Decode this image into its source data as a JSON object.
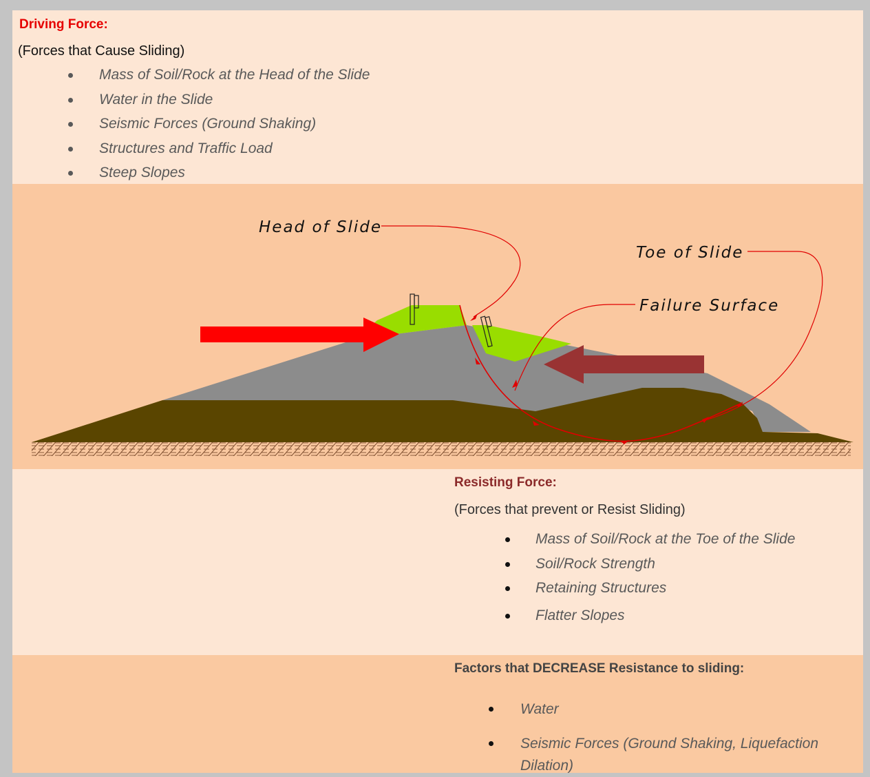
{
  "driving": {
    "title": "Driving Force:",
    "subtitle": "(Forces that Cause Sliding)",
    "items": [
      "Mass of Soil/Rock at the Head of the Slide",
      "Water in the Slide",
      "Seismic Forces (Ground Shaking)",
      "Structures and Traffic Load",
      "Steep Slopes"
    ]
  },
  "diagram": {
    "labels": {
      "head": "Head of Slide",
      "toe": "Toe of Slide",
      "failure": "Failure Surface"
    },
    "colors": {
      "driving_arrow": "#ff0000",
      "resisting_arrow": "#993333",
      "slide_mass": "#99dd00",
      "slope": "#8c8c8c",
      "ground": "#5a4500",
      "lines": "#e00000"
    }
  },
  "resisting": {
    "title": "Resisting Force:",
    "subtitle": "(Forces that prevent or Resist Sliding)",
    "items": [
      "Mass of Soil/Rock at the Toe of the Slide",
      "Soil/Rock Strength",
      "Retaining Structures",
      "Flatter Slopes"
    ]
  },
  "factors": {
    "title": "Factors that DECREASE Resistance  to sliding:",
    "items": [
      "Water",
      "Seismic Forces (Ground  Shaking,  Liquefaction Dilation)"
    ]
  }
}
